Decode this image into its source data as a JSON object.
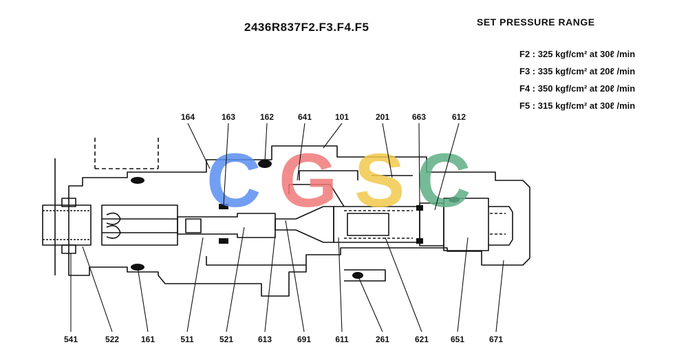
{
  "title": "2436R837F2.F3.F4.F5",
  "spec": {
    "heading": "SET PRESSURE RANGE",
    "rows": [
      {
        "code": "F2",
        "sep": ":",
        "value": "325 kgf/cm² at 30ℓ /min"
      },
      {
        "code": "F3",
        "sep": ":",
        "value": "335 kgf/cm² at 20ℓ /min"
      },
      {
        "code": "F4",
        "sep": ":",
        "value": "350 kgf/cm² at 20ℓ /min"
      },
      {
        "code": "F5",
        "sep": ":",
        "value": "315 kgf/cm² at 30ℓ /min"
      }
    ]
  },
  "watermark": {
    "letters": [
      {
        "char": "C",
        "color": "#5b8ff0"
      },
      {
        "char": "G",
        "color": "#f07a7a"
      },
      {
        "char": "S",
        "color": "#f2c94c"
      },
      {
        "char": "C",
        "color": "#5fae86"
      }
    ]
  },
  "labels_top": [
    "164",
    "163",
    "162",
    "641",
    "101",
    "201",
    "663",
    "612"
  ],
  "labels_bottom": [
    "541",
    "522",
    "161",
    "511",
    "521",
    "613",
    "691",
    "611",
    "261",
    "621",
    "651",
    "671"
  ]
}
